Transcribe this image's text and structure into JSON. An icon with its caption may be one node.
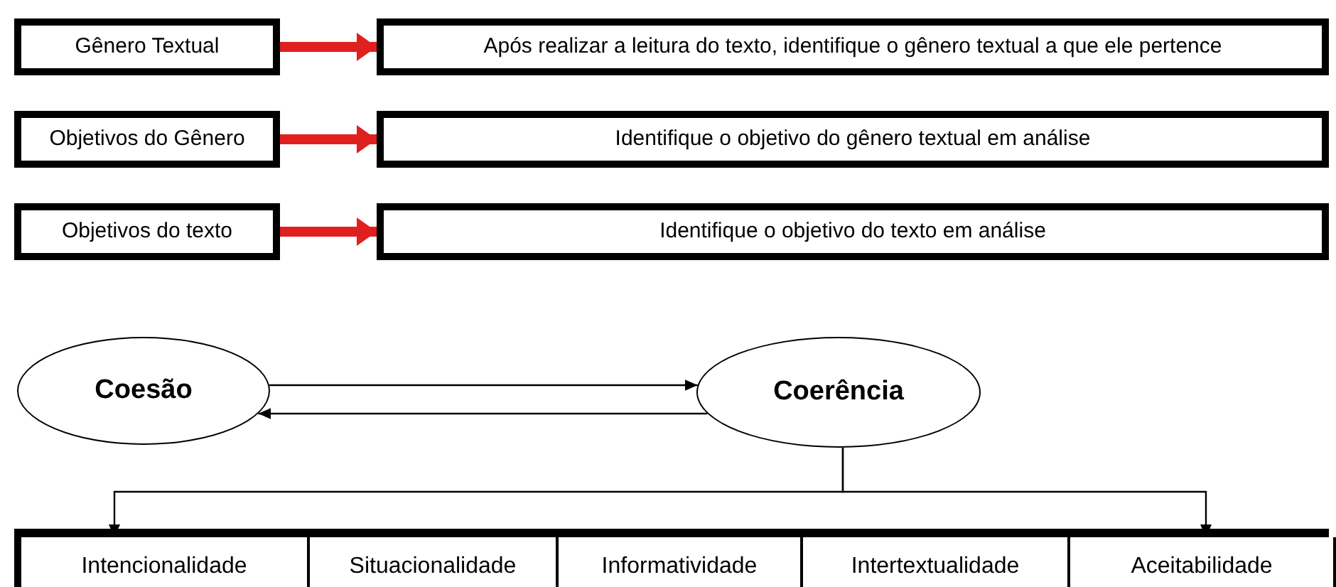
{
  "diagram": {
    "nodes": [
      {
        "text": [
          "Gênero Textual"
        ]
      },
      {
        "text": [
          "Após realizar a leitura do texto, identifique o gênero textual a que ele pertence"
        ]
      },
      {
        "text": [
          "Objetivos do Gênero"
        ]
      },
      {
        "text": [
          "Identifique o objetivo do gênero textual em análise"
        ]
      },
      {
        "text": [
          "Objetivos do texto"
        ]
      },
      {
        "text": [
          "Identifique o objetivo do texto em análise"
        ]
      },
      {
        "text": [
          "Coesão"
        ]
      },
      {
        "text": [
          "Coerência"
        ]
      },
      {
        "text": [],
        "shape": "box"
      },
      {
        "text": [
          "Intencionalidade"
        ],
        "in": 8
      },
      {
        "text": [
          "Situacionalidade"
        ],
        "in": 8
      },
      {
        "text": [
          "Informatividade"
        ],
        "in": 8
      },
      {
        "text": [
          "Intertextualidade"
        ],
        "in": 8
      },
      {
        "text": [
          "Aceitabilidade"
        ],
        "in": 8
      }
    ],
    "edges": [
      {
        "from": 0,
        "to": 1,
        "arrow": "to",
        "style": "thick",
        "color": "#e0201f"
      },
      {
        "from": 2,
        "to": 3,
        "arrow": "to",
        "style": "thick",
        "color": "#e0201f"
      },
      {
        "from": 4,
        "to": 5,
        "arrow": "to",
        "style": "thick",
        "color": "#e0201f"
      },
      {
        "from": 6,
        "to": 7,
        "arrow": "to"
      },
      {
        "from": 7,
        "to": 6,
        "arrow": "to"
      },
      {
        "from": 7,
        "to": 9,
        "arrow": "to"
      },
      {
        "from": 7,
        "to": 13,
        "arrow": "to"
      }
    ]
  }
}
